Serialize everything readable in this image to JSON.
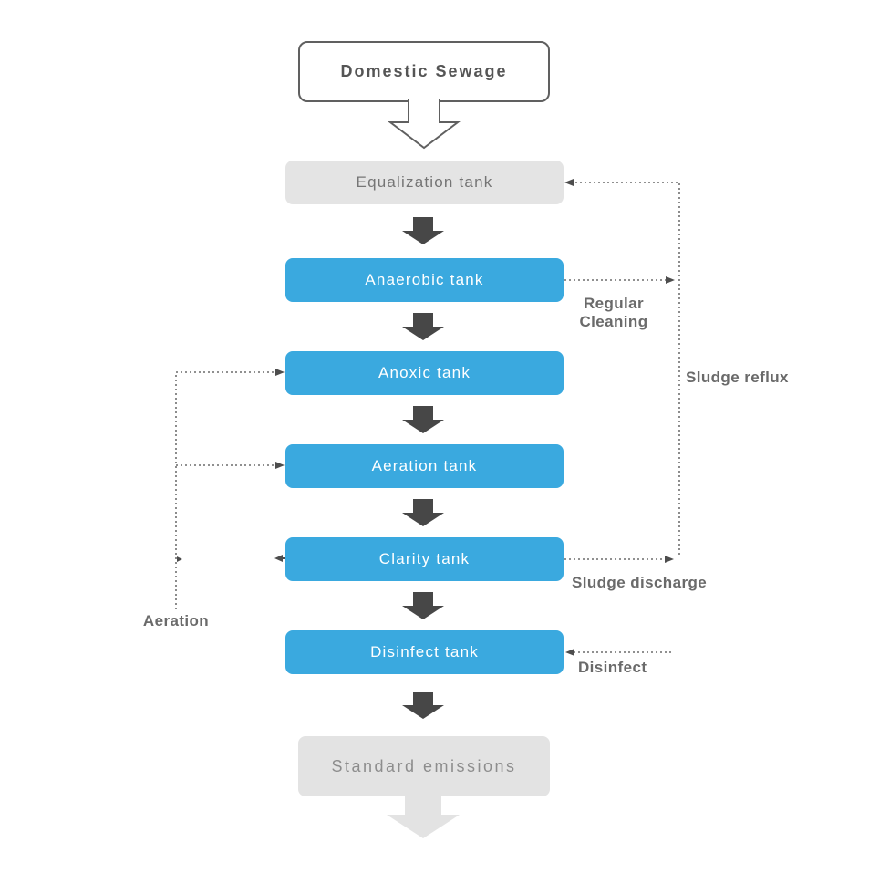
{
  "flow": {
    "source": {
      "label": "Domestic Sewage"
    },
    "stages": [
      {
        "label": "Equalization tank",
        "style": "gray"
      },
      {
        "label": "Anaerobic tank",
        "style": "blue"
      },
      {
        "label": "Anoxic tank",
        "style": "blue"
      },
      {
        "label": "Aeration tank",
        "style": "blue"
      },
      {
        "label": "Clarity tank",
        "style": "blue"
      },
      {
        "label": "Disinfect tank",
        "style": "blue"
      }
    ],
    "sink": {
      "label": "Standard emissions"
    }
  },
  "annotations": {
    "regular_cleaning_line1": "Regular",
    "regular_cleaning_line2": "Cleaning",
    "sludge_reflux": "Sludge reflux",
    "sludge_discharge": "Sludge discharge",
    "aeration": "Aeration",
    "disinfect": "Disinfect"
  },
  "colors": {
    "background": "#FFFFFF",
    "stage_blue": "#3AA9DF",
    "stage_blue_text": "#FFFFFF",
    "stage_gray": "#E4E4E4",
    "stage_gray_text": "#757575",
    "sink_text": "#8D8D8D",
    "outline_gray": "#606060",
    "arrow_dark": "#474747",
    "arrow_light": "#E3E3E3",
    "annotation_text": "#6A6A6A",
    "connector": "#4D4D4D"
  }
}
